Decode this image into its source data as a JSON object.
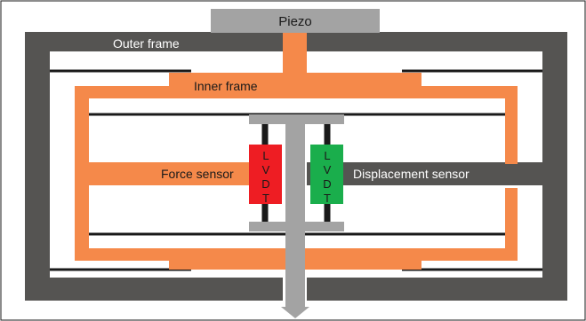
{
  "labels": {
    "piezo": "Piezo",
    "outer_frame": "Outer frame",
    "inner_frame": "Inner frame",
    "force_sensor": "Force sensor",
    "displacement_sensor": "Displacement sensor"
  },
  "lvdt_letters": [
    "L",
    "V",
    "D",
    "T"
  ],
  "colors": {
    "outer_frame": "#555452",
    "inner_frame": "#F5894A",
    "piezo": "#A3A3A3",
    "rod": "#A3A3A3",
    "force_lvdt": "#EE1D23",
    "displacement_lvdt": "#1AAE4C",
    "spring": "#1A1A1A",
    "border": "#1A1A1A"
  }
}
